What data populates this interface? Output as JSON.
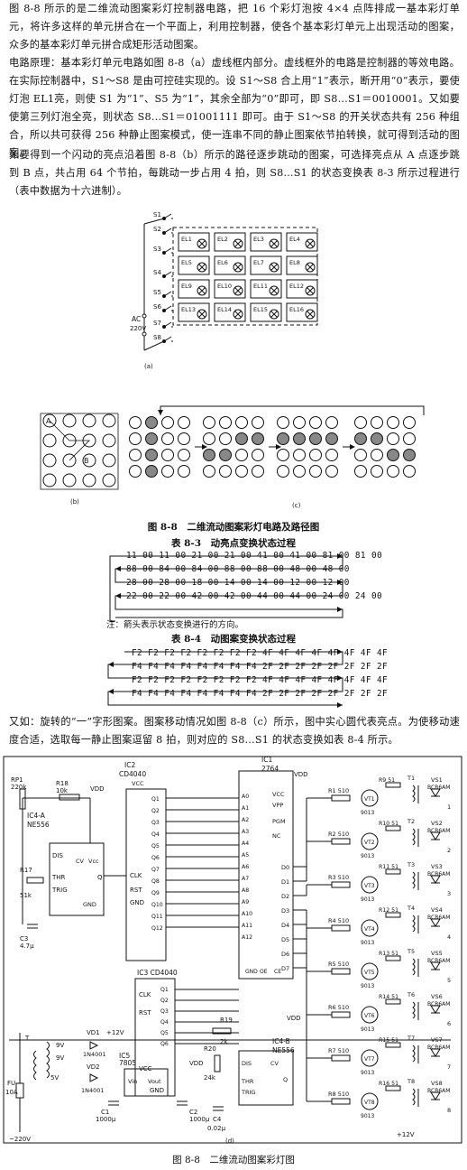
{
  "paragraphs": {
    "p1": "图 8-8 所示的是二维流动图案彩灯控制器电路，把 16 个彩灯泡按 4×4 点阵排成一基本彩灯单元，将许多这样的单元拼合在一个平面上，利用控制器，使各个基本彩灯单元上出现活动的图案，众多的基本彩灯单元拼合成矩形活动图案。",
    "p2": "电路原理：基本彩灯单元电路如图 8-8（a）虚线框内部分。虚线框外的电路是控制器的等效电路。在实际控制器中，S1～S8 是由可控硅实现的。设 S1～S8 合上用“1”表示，断开用“0”表示，要使灯泡 EL1亮，则使 S1 为“1”、S5 为“1”，其余全部为“0”即可，即 S8…S1＝0010001。又如要使第三列灯泡全亮，则状态 S8…S1＝01001111 即可。由于 S1～S8 的开关状态共有 256 种组合，所以共可获得 256 种静止图案模式，使一连串不同的静止图案依节拍转换，就可得到活动的图案。",
    "p3": "如要得到一个闪动的亮点沿着图 8-8（b）所示的路径逐步跳动的图案，可选择亮点从 A 点逐步跳到 B 点，共占用 64 个节拍，每跳动一步占用 4 拍，则 S8…S1 的状态变换表 8-3 所示过程进行（表中数据为十六进制）。",
    "p4": "又如：旋转的“一”字形图案。图案移动情况如图 8-8（c）所示，图中实心圆代表亮点。为使移动速度合适，选取每一静止图案逗留 8 拍，则对应的 S8…S1 的状态变换如表 8-4 所示。"
  },
  "figure_ab": {
    "switches": [
      "S1",
      "S2",
      "S3",
      "S4",
      "S5",
      "S6",
      "S7",
      "S8"
    ],
    "lamps": [
      "EL1",
      "EL2",
      "EL3",
      "EL4",
      "EL5",
      "EL6",
      "EL7",
      "EL8",
      "EL9",
      "EL10",
      "EL11",
      "EL12",
      "EL13",
      "EL14",
      "EL15",
      "EL16"
    ],
    "ac": "AC",
    "ac_v": "220V",
    "label_a": "(a)",
    "label_b": "(b)",
    "label_c": "(c)",
    "point_a": "A",
    "point_b": "B"
  },
  "fig_caption": "图 8-8　二维流动图案彩灯电路及路径图",
  "table3": {
    "title": "表 8-3　动亮点变换状态过程",
    "rows": [
      "11 00 11 00 21 00 21 00 41 00 41 00 81 00 81 00",
      "88 00 84 00 84 00 88 00 88 00 48 00 48 00",
      "28 00 28 00 18 00 14 00 14 00 12 00 12 00",
      "22 00 22 00 42 00 42 00 44 00 44 00 24 00 24 00"
    ],
    "note": "注：箭头表示状态变换进行的方向。"
  },
  "table4": {
    "title": "表 8-4　动图案变换状态过程",
    "rows": [
      "F2 F2 F2 F2 F2 F2 F2 F2 4F 4F 4F 4F 4F 4F 4F 4F",
      "F4 F4 F4 F4 F4 F4 F4 F4 2F 2F 2F 2F 2F 2F 2F 2F",
      "F2 F2 F2 F2 F2 F2 F2 F2 4F 4F 4F 4F 4F 4F 4F 4F",
      "F4 F4 F4 F4 F4 F4 F4 F4 2F 2F 2F 2F 2F 2F 2F 2F"
    ]
  },
  "figure_d": {
    "ic2": "IC2",
    "ic2_part": "CD4040",
    "ic1": "IC1",
    "ic1_part": "2764",
    "ic3": "IC3 CD4040",
    "ic4a": "IC4-A",
    "ic4a_part": "NE556",
    "ic4b": "IC4-B",
    "ic4b_part": "NE556",
    "ic5": "IC5",
    "ic5_part": "7805",
    "rp1": "RP1",
    "rp1_v": "220k",
    "r18": "R18",
    "r18_v": "10k",
    "r17": "R17",
    "r17_v": "51k",
    "c3": "C3",
    "c3_v": "4.7μ",
    "r19": "R19",
    "r19_v": "2k",
    "r20": "R20",
    "r20_v": "24k",
    "c4": "C4",
    "c4_v": "0.02μ",
    "vd1": "VD1",
    "vd1_part": "1N4001",
    "vd2": "VD2",
    "vd2_part": "1N4001",
    "c1": "C1",
    "c1_v": "1000μ",
    "c2": "C2",
    "c2_v": "1000μ",
    "fu": "FU",
    "fu_v": "10A",
    "mains": "~220V",
    "v12": "+12V",
    "v9a": "9V",
    "v9b": "9V",
    "v5": "5V",
    "vdd": "VDD",
    "pins_ic4a": [
      "DIS",
      "THR",
      "TRIG",
      "CV",
      "Vcc",
      "GND",
      "Q"
    ],
    "pins_ic2": [
      "CLK",
      "RST",
      "GND",
      "VCC"
    ],
    "q_outputs": [
      "Q1",
      "Q2",
      "Q3",
      "Q4",
      "Q5",
      "Q6",
      "Q7",
      "Q8",
      "Q9",
      "Q10",
      "Q11",
      "Q12"
    ],
    "ic1_pins": [
      "A0",
      "A1",
      "A2",
      "A3",
      "A4",
      "A5",
      "A6",
      "A7",
      "A8",
      "A9",
      "A10",
      "A11",
      "A12",
      "VCC",
      "VPP",
      "PGM",
      "NC",
      "GND",
      "OE",
      "CE"
    ],
    "d_outputs": [
      "D0",
      "D1",
      "D2",
      "D3",
      "D4",
      "D5",
      "D6",
      "D7"
    ],
    "r_base": [
      "R1 510",
      "R2 510",
      "R3 510",
      "R4 510",
      "R5 510",
      "R6 510",
      "R7 510",
      "R8 510"
    ],
    "r_coll": [
      "R9 51",
      "R10 51",
      "R11 51",
      "R12 51",
      "R13 51",
      "R14 51",
      "R15 51",
      "R16 51"
    ],
    "transistors": [
      "VT1",
      "VT2",
      "VT3",
      "VT4",
      "VT5",
      "VT6",
      "VT7",
      "VT8"
    ],
    "trans_part": "9013",
    "transformers": [
      "T1",
      "T2",
      "T3",
      "T4",
      "T5",
      "T6",
      "T7",
      "T8"
    ],
    "thyristors": [
      "VS1",
      "VS2",
      "VS3",
      "VS4",
      "VS5",
      "VS6",
      "VS7",
      "VS8"
    ],
    "thy_part": "BCR6AM",
    "label_d": "(d)"
  },
  "final_caption": "图 8-8　二维流动图案彩灯图"
}
